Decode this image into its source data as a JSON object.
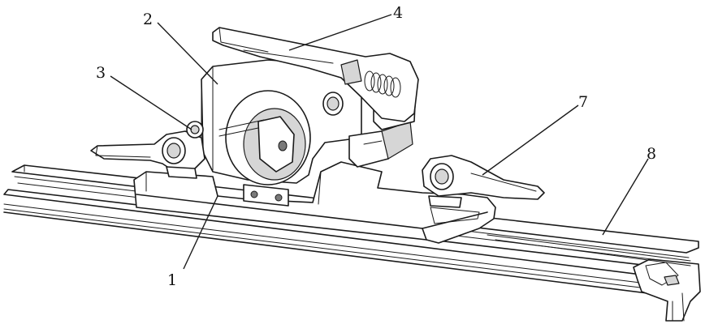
{
  "labels": [
    {
      "id": "1",
      "text": "1"
    },
    {
      "id": "2",
      "text": "2"
    },
    {
      "id": "3",
      "text": "3"
    },
    {
      "id": "4",
      "text": "4"
    },
    {
      "id": "7",
      "text": "7"
    },
    {
      "id": "8",
      "text": "8"
    }
  ]
}
